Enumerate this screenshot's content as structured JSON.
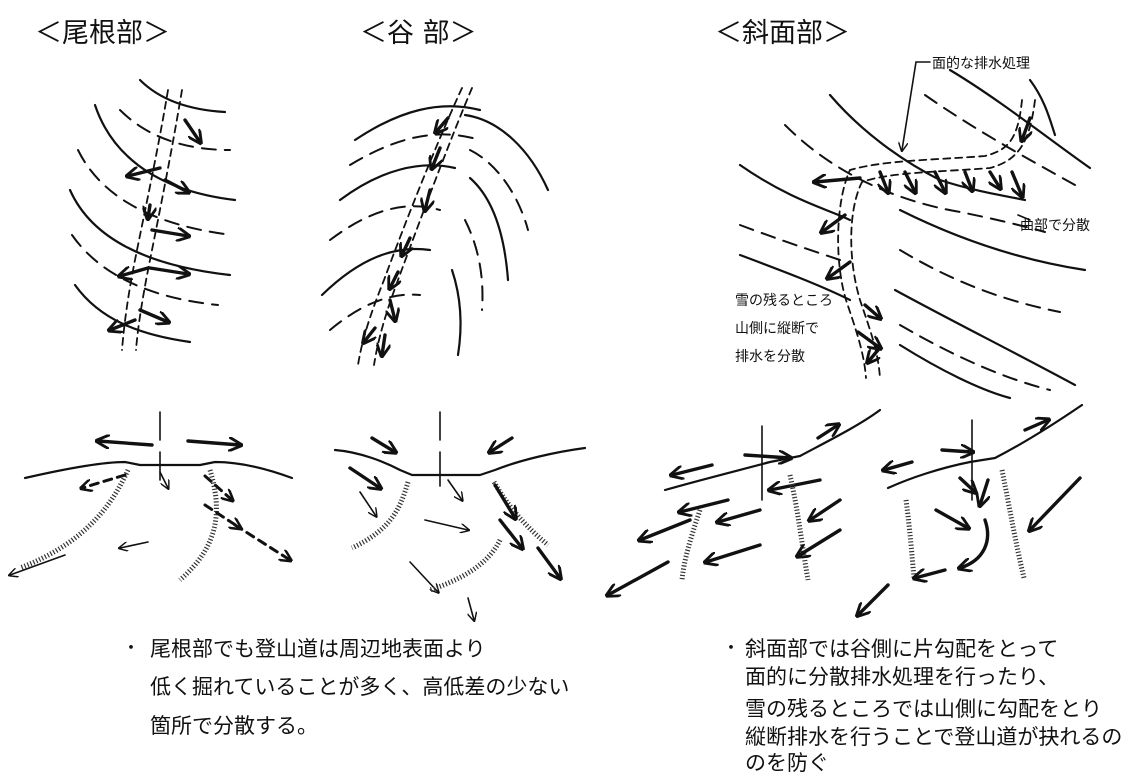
{
  "titles": {
    "ridge": "＜尾根部＞",
    "valley": "＜谷 部＞",
    "slope": "＜斜面部＞"
  },
  "annotations": {
    "surface_drainage": "面的な排水処理",
    "disperse_at_curve": "曲部で分散",
    "line1": "雪の残るところ",
    "line2": "山側に縦断で",
    "line3": "排水を分散"
  },
  "notes": {
    "bullet_symbol": "・",
    "left": [
      "尾根部でも登山道は周辺地表面より",
      "低く掘れていることが多く、高低差の少ない",
      "箇所で分散する。"
    ],
    "right": [
      "斜面部では谷側に片勾配をとって",
      "面的に分散排水処理を行ったり、",
      "雪の残るところでは山側に勾配をとり",
      "縦断排水を行うことで登山道が抉れるの",
      "のを防ぐ"
    ]
  }
}
